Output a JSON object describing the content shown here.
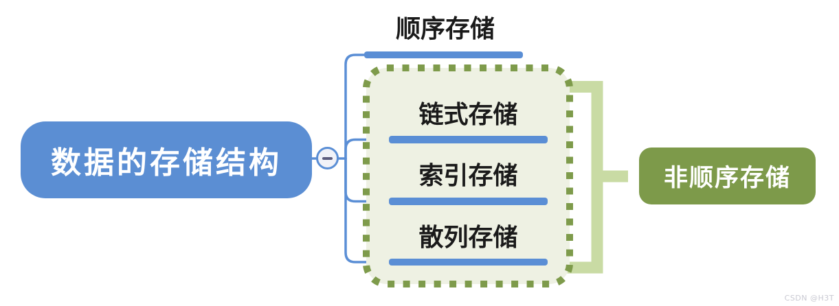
{
  "diagram": {
    "root": {
      "label": "数据的存储结构"
    },
    "collapse_button": {
      "symbol": "−"
    },
    "branches": [
      {
        "label": "顺序存储",
        "grouped": false
      },
      {
        "label": "链式存储",
        "grouped": true
      },
      {
        "label": "索引存储",
        "grouped": true
      },
      {
        "label": "散列存储",
        "grouped": true
      }
    ],
    "summary": {
      "label": "非顺序存储"
    }
  },
  "watermark": "CSDN @H3T",
  "colors": {
    "blue": "#5a8ed5",
    "node-blue": "#5b8ed3",
    "olive": "#7d9a4a",
    "dash-olive": "#7e9b4b",
    "bracket-green": "#c9dba4",
    "box-fill": "#eef1e3",
    "minus-fill": "#f1f2f8",
    "minus-glyph": "#5c5c7d",
    "branch-text": "#1a1a1a",
    "watermark-gray": "#c9c9d2"
  }
}
